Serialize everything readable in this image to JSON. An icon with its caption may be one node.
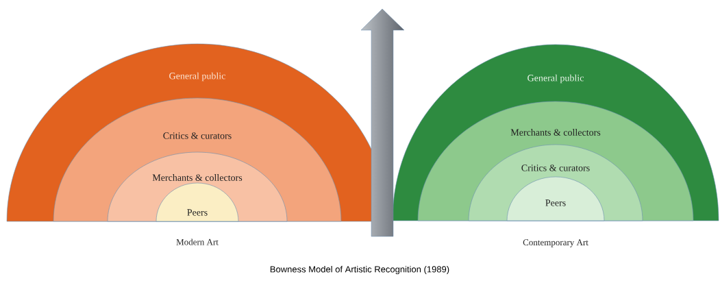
{
  "diagram": {
    "caption": "Bowness Model of Artistic Recognition (1989)",
    "nodes": [
      {
        "text": [
          "General public"
        ],
        "beside": [
          "Modern Art"
        ]
      },
      {
        "text": [
          "Critics & curators"
        ],
        "in": 0
      },
      {
        "text": [
          "Merchants & collectors"
        ],
        "in": 1
      },
      {
        "text": [
          "Peers"
        ],
        "in": 2
      },
      {
        "text": [
          "General public"
        ],
        "beside": [
          "Contemporary Art"
        ]
      },
      {
        "text": [
          "Merchants & collectors"
        ],
        "in": 4
      },
      {
        "text": [
          "Critics & curators"
        ],
        "in": 5
      },
      {
        "text": [
          "Peers"
        ],
        "in": 6
      }
    ]
  }
}
